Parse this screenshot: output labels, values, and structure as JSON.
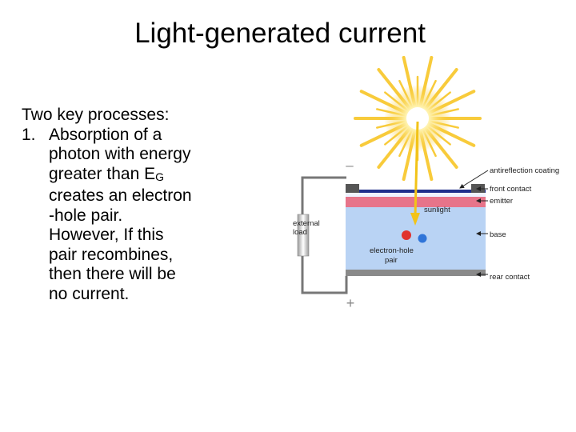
{
  "slide": {
    "title": "Light-generated current",
    "intro": "Two key processes:",
    "list_number": "1.",
    "list_lines": [
      "Absorption of a",
      "photon with energy",
      "greater than E",
      "creates an electron",
      "-hole pair.",
      "However, If this",
      "pair recombines,",
      "then there will be",
      "no current."
    ],
    "subscript": "G"
  },
  "diagram": {
    "labels": {
      "antireflection": "antireflection coating",
      "front_contact": "front contact",
      "emitter": "emitter",
      "base": "base",
      "rear_contact": "rear contact",
      "sunlight": "sunlight",
      "electron_hole_1": "electron-hole",
      "electron_hole_2": "pair",
      "external_1": "external",
      "external_2": "load",
      "minus": "–",
      "plus": "+"
    },
    "colors": {
      "base": "#b9d3f4",
      "emitter": "#e7748a",
      "coating": "#1f2f8c",
      "contact": "#8a8a8a",
      "sun": "#f7c21a",
      "electron": "#e0322e",
      "hole": "#2f74d8"
    }
  }
}
